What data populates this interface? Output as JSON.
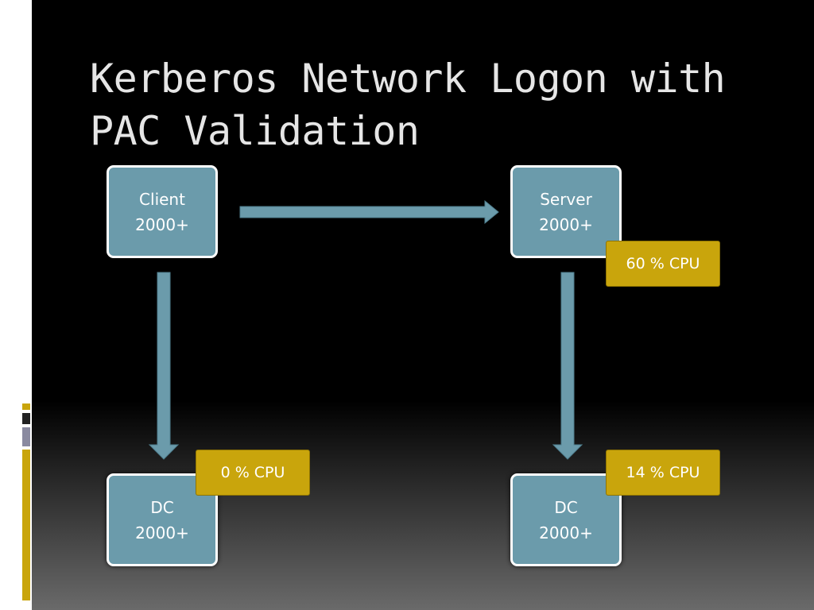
{
  "title": {
    "line1": "Kerberos Network Logon with",
    "line2": "PAC Validation"
  },
  "nodes": {
    "client": {
      "name": "Client",
      "version": "2000+"
    },
    "server": {
      "name": "Server",
      "version": "2000+"
    },
    "dc_left": {
      "name": "DC",
      "version": "2000+"
    },
    "dc_right": {
      "name": "DC",
      "version": "2000+"
    }
  },
  "cpu": {
    "server": "60 % CPU",
    "dc_left": "0 % CPU",
    "dc_right": "14 % CPU"
  },
  "colors": {
    "node_fill": "#6b9bab",
    "node_border": "#ffffff",
    "arrow": "#6b9bab",
    "cpu_badge": "#c9a50c",
    "accent": "#c9a50c"
  }
}
